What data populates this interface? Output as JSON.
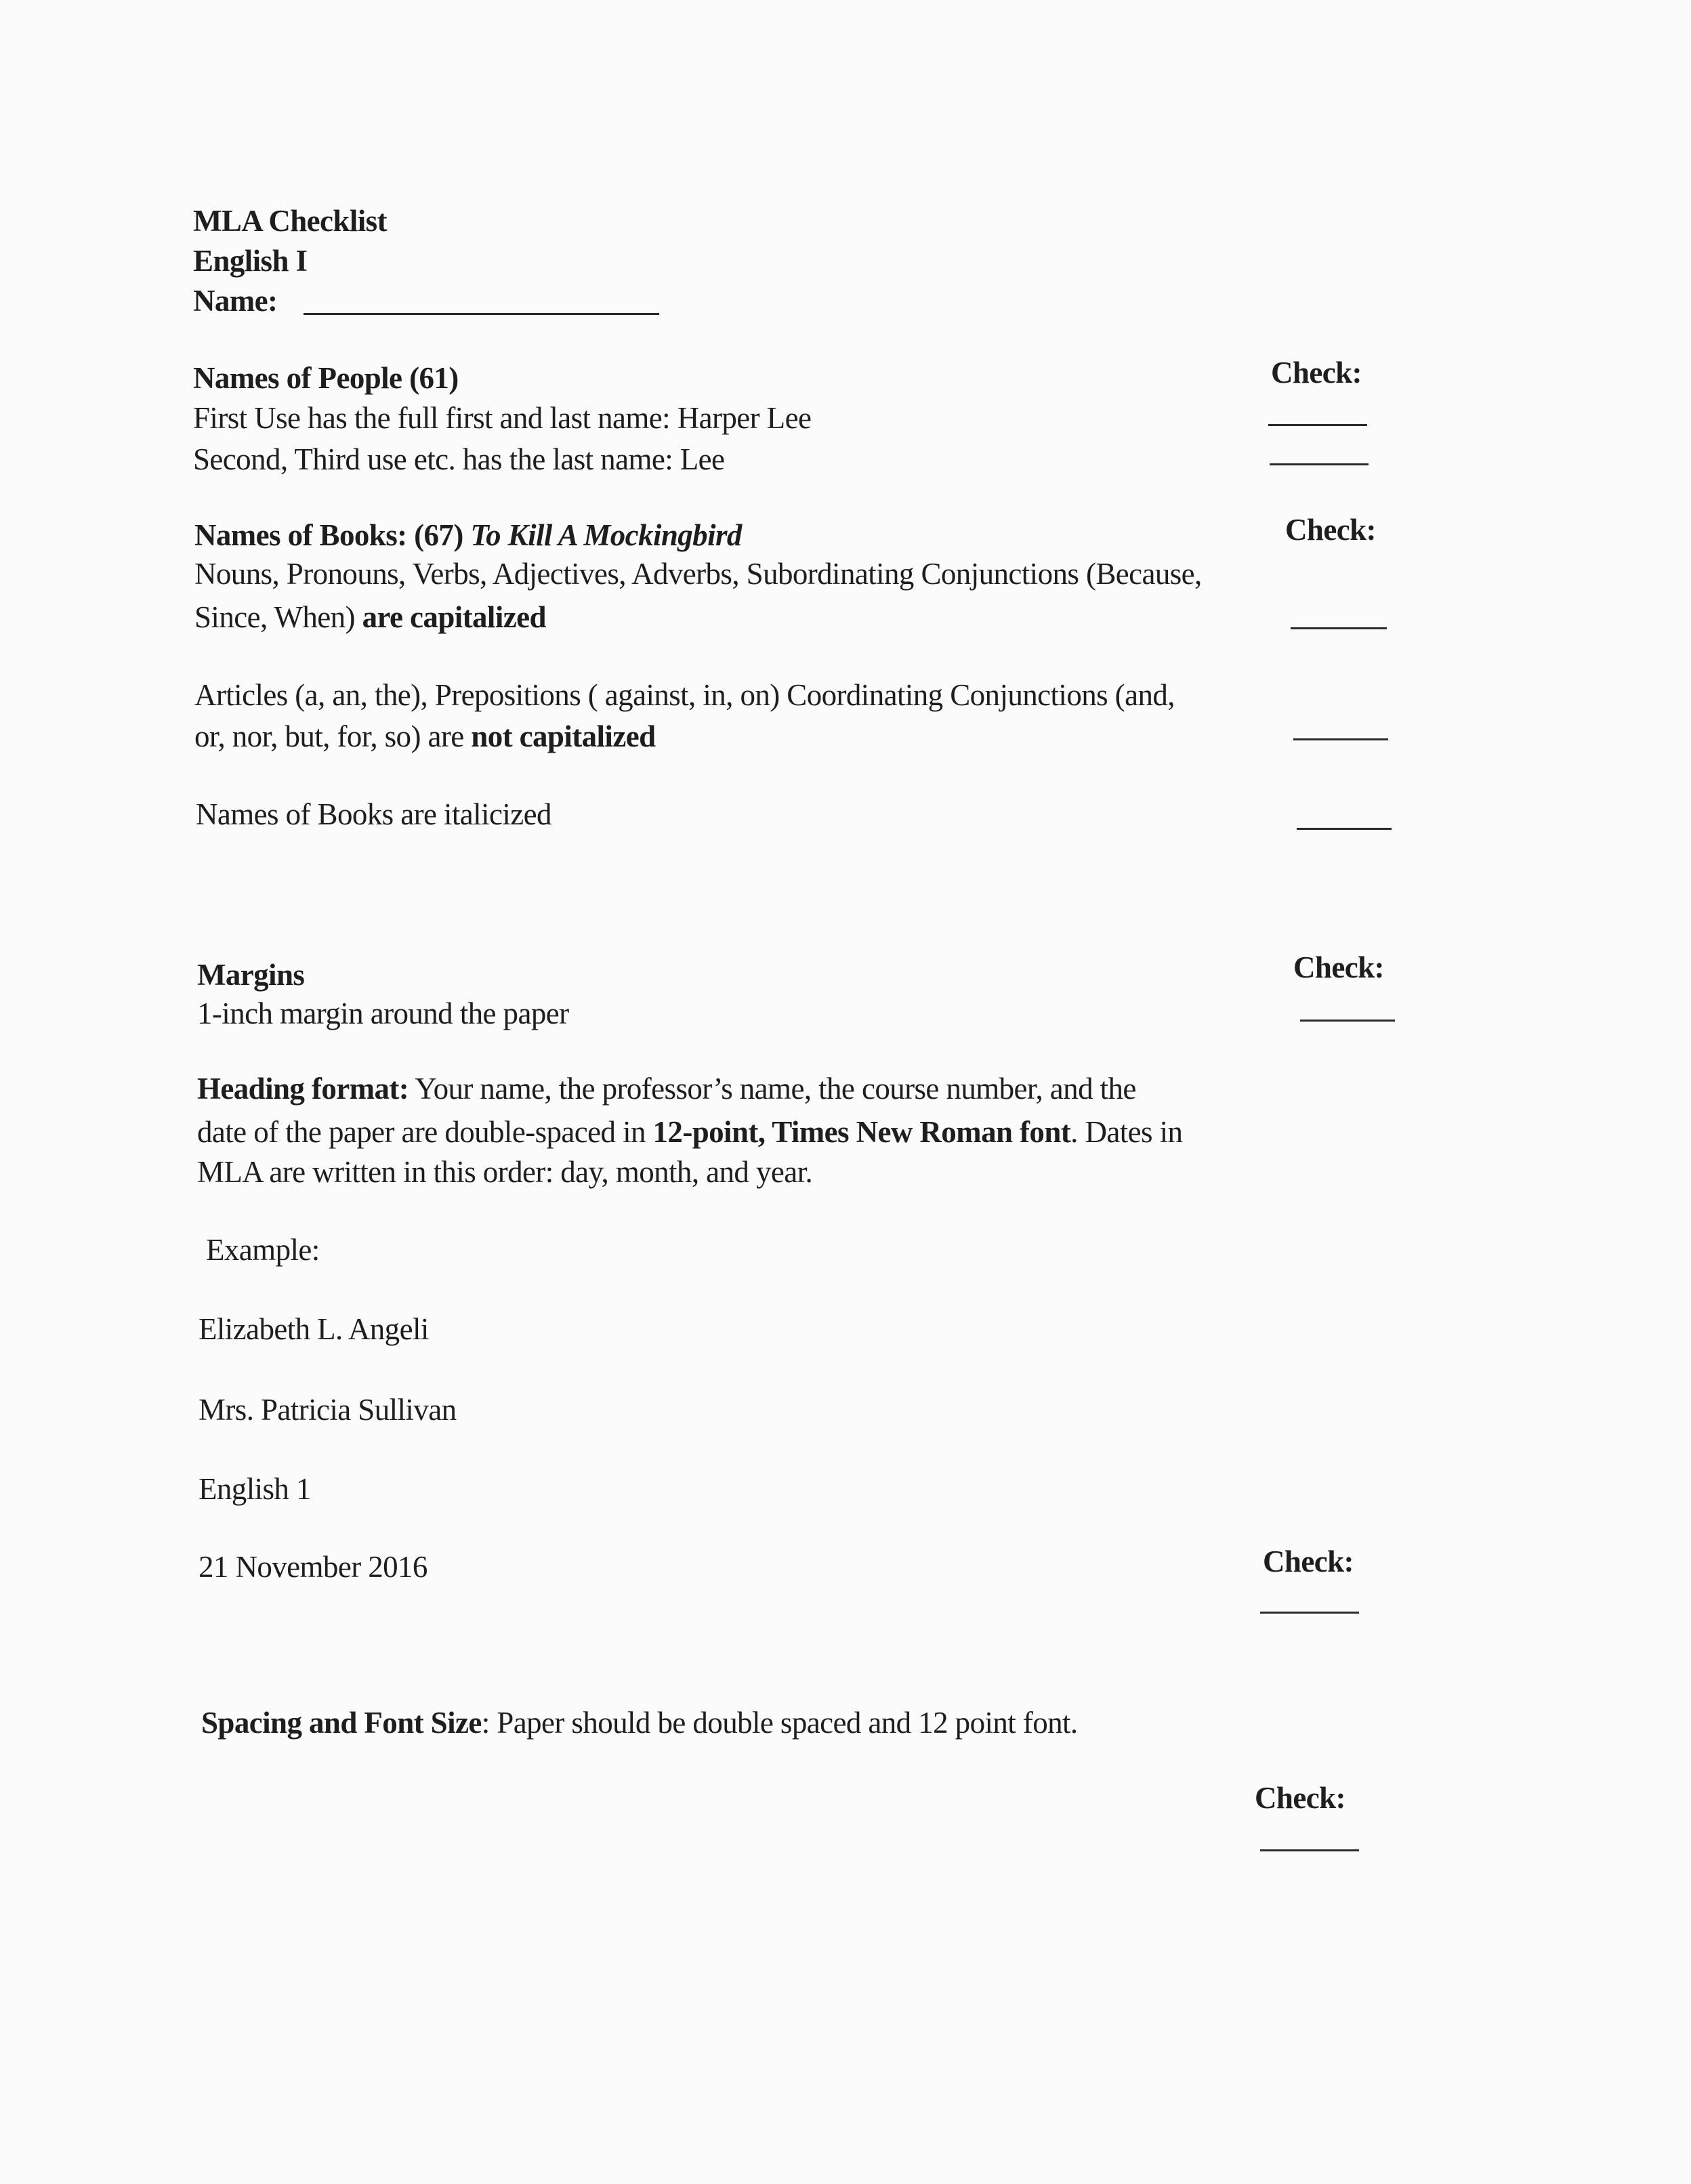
{
  "header": {
    "title": "MLA Checklist",
    "course": "English I",
    "name_label": "Name:"
  },
  "check_label": "Check:",
  "people": {
    "heading": "Names of People  (61)",
    "line1": "First Use has the full first and last name: Harper Lee",
    "line2": "Second, Third use etc. has the last name:  Lee"
  },
  "books": {
    "heading": "Names of Books: (67)",
    "title_example": "To Kill A Mockingbird",
    "cap_line1": "Nouns, Pronouns, Verbs, Adjectives, Adverbs, Subordinating Conjunctions (Because,",
    "cap_line2": "Since, When)",
    "cap_line2_bold": "are capitalized",
    "nocap_line1": "Articles (a, an, the), Prepositions ( against, in, on) Coordinating Conjunctions (and,",
    "nocap_line2": "or, nor, but, for, so) are",
    "nocap_line2_bold": "not capitalized",
    "italic_rule": "Names of Books are italicized"
  },
  "margins": {
    "heading": "Margins",
    "line1": "1-inch margin around the paper"
  },
  "heading_format": {
    "label": "Heading format:",
    "line1": "Your name, the professor’s name, the course number, and the",
    "line2a": "date of the paper are double-spaced in",
    "line2_bold": "12-point, Times New Roman font",
    "line2b": ". Dates in",
    "line3": "MLA are written in this order: day, month, and year.",
    "example_label": "Example:",
    "example_lines": [
      "Elizabeth L. Angeli",
      "Mrs. Patricia Sullivan",
      "English 1",
      "21 November 2016"
    ]
  },
  "spacing": {
    "label": "Spacing and Font Size",
    "text": ": Paper should be double spaced and 12 point font."
  }
}
